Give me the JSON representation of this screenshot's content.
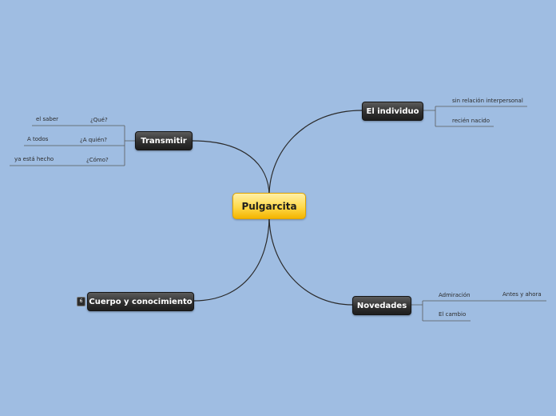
{
  "central": "Pulgarcita",
  "branches": {
    "individuo": {
      "label": "El individuo",
      "children": [
        "sin relación interpersonal",
        "recién nacido"
      ]
    },
    "transmitir": {
      "label": "Transmitir",
      "children": [
        {
          "label": "¿Qué?",
          "child": "el saber"
        },
        {
          "label": "¿A quién?",
          "child": "A todos"
        },
        {
          "label": "¿Cómo?",
          "child": "ya está hecho"
        }
      ]
    },
    "novedades": {
      "label": "Novedades",
      "children": [
        {
          "label": "Admiración",
          "child": "Antes y ahora"
        },
        {
          "label": "El cambio"
        }
      ]
    },
    "cuerpo": {
      "label": "Cuerpo y conocimiento",
      "collapsed_count": "6"
    }
  },
  "colors": {
    "background": "#9fbde2",
    "connector": "#2a2a2a",
    "central_fill": "#ffd94a",
    "main_fill": "#303030"
  }
}
